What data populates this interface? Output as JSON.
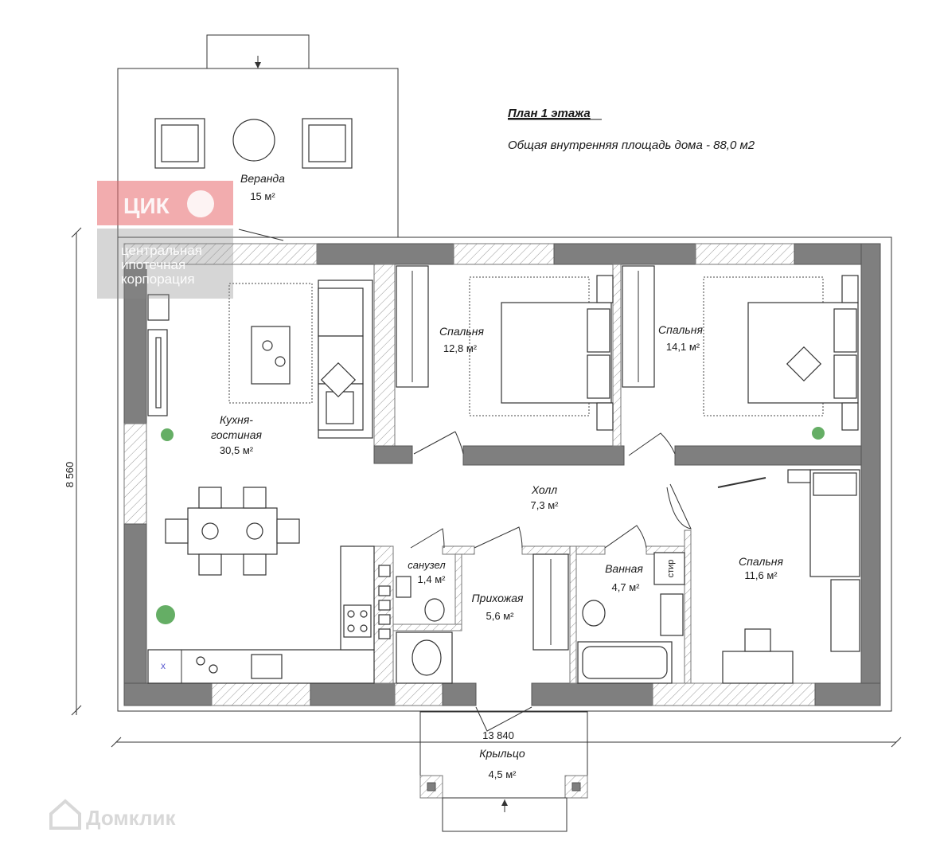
{
  "header": {
    "title": "План 1 этажа",
    "total_area": "Общая внутренняя площадь дома - 88,0 м2"
  },
  "rooms": {
    "veranda": {
      "name": "Веранда",
      "area": "15 м²"
    },
    "kitchen_living": {
      "name_line1": "Кухня-",
      "name_line2": "гостиная",
      "area": "30,5 м²"
    },
    "bedroom1": {
      "name": "Спальня",
      "area": "12,8 м²"
    },
    "bedroom2": {
      "name": "Спальня",
      "area": "14,1 м²"
    },
    "hall": {
      "name": "Холл",
      "area": "7,3 м²"
    },
    "wc": {
      "name": "санузел",
      "area": "1,4 м²"
    },
    "entrance": {
      "name": "Прихожая",
      "area": "5,6 м²"
    },
    "bathroom": {
      "name": "Ванная",
      "area": "4,7 м²"
    },
    "bedroom3": {
      "name": "Спальня",
      "area": "11,6 м²"
    },
    "porch": {
      "name": "Крыльцо",
      "area": "4,5 м²"
    }
  },
  "fixtures": {
    "washer_label": "стир",
    "counter_mark": "x"
  },
  "dimensions": {
    "width": "13 840",
    "height": "8 560"
  },
  "watermarks": {
    "cik_logo": "ЦИК",
    "cik_line1": "центральная",
    "cik_line2": "ипотечная",
    "cik_line3": "корпорация",
    "domclick": "Домклик"
  },
  "colors": {
    "wall": "#7f7f7f",
    "cik_red": "#e8686b",
    "plant": "#3f9a3f"
  }
}
